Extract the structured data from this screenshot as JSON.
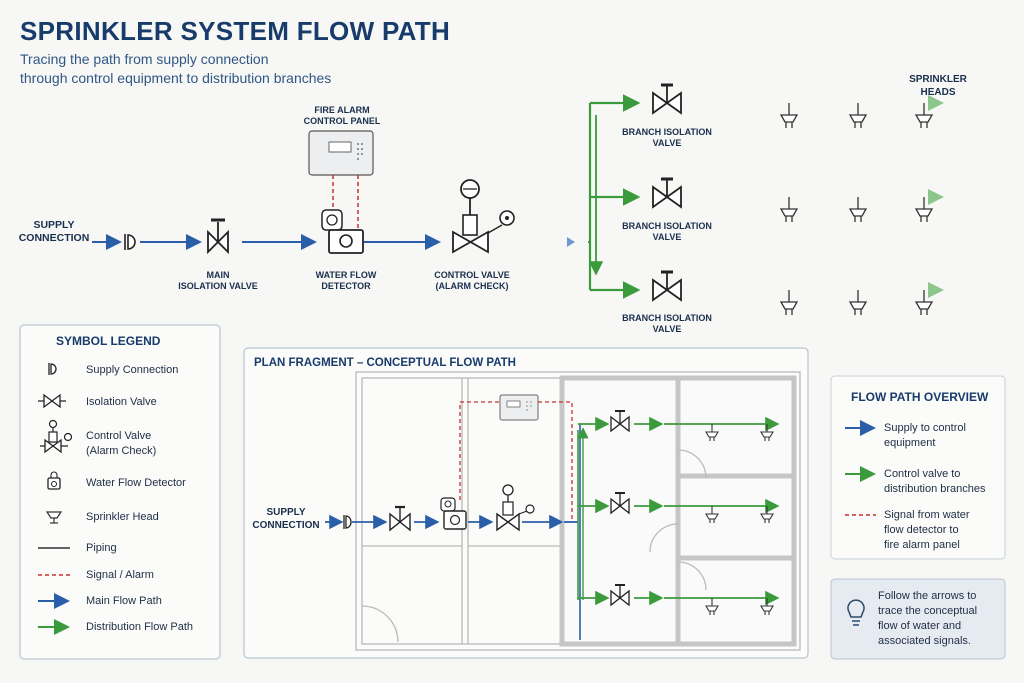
{
  "header": {
    "title": "SPRINKLER SYSTEM FLOW PATH",
    "subtitle_line1": "Tracing the path from supply connection",
    "subtitle_line2": "through control equipment to distribution branches"
  },
  "main_diagram": {
    "supply_line1": "SUPPLY",
    "supply_line2": "CONNECTION",
    "main_valve_line1": "MAIN",
    "main_valve_line2": "ISOLATION VALVE",
    "fire_panel_line1": "FIRE ALARM",
    "fire_panel_line2": "CONTROL PANEL",
    "flow_detector_line1": "WATER FLOW",
    "flow_detector_line2": "DETECTOR",
    "control_valve_line1": "CONTROL VALVE",
    "control_valve_line2": "(ALARM CHECK)",
    "heads_line1": "SPRINKLER",
    "heads_line2": "HEADS",
    "branch_valve_line1": "BRANCH ISOLATION",
    "branch_valve_line2": "VALVE"
  },
  "legend": {
    "title": "SYMBOL LEGEND",
    "items": [
      {
        "label": "Supply Connection",
        "icon": "supply-connection-icon"
      },
      {
        "label": "Isolation Valve",
        "icon": "isolation-valve-icon"
      },
      {
        "label": "Control Valve",
        "label2": "(Alarm Check)",
        "icon": "control-valve-icon"
      },
      {
        "label": "Water Flow Detector",
        "icon": "flow-detector-icon"
      },
      {
        "label": "Sprinkler Head",
        "icon": "sprinkler-head-icon"
      },
      {
        "label": "Piping",
        "icon": "piping-line"
      },
      {
        "label": "Signal / Alarm",
        "icon": "signal-line"
      },
      {
        "label": "Main Flow Path",
        "icon": "main-flow-arrow"
      },
      {
        "label": "Distribution Flow Path",
        "icon": "distribution-flow-arrow"
      }
    ]
  },
  "plan": {
    "title_left": "PLAN FRAGMENT",
    "title_sep": "–",
    "title_right": "CONCEPTUAL FLOW PATH",
    "supply_line1": "SUPPLY",
    "supply_line2": "CONNECTION"
  },
  "overview": {
    "title": "FLOW PATH OVERVIEW",
    "items": [
      {
        "line1": "Supply to control",
        "line2": "equipment",
        "line3": ""
      },
      {
        "line1": "Control valve to",
        "line2": "distribution branches",
        "line3": ""
      },
      {
        "line1": "Signal from water",
        "line2": "flow detector to",
        "line3": "fire alarm panel"
      }
    ]
  },
  "tip": {
    "line1": "Follow the arrows to",
    "line2": "trace the conceptual",
    "line3": "flow of water and",
    "line4": "associated signals."
  },
  "colors": {
    "main_flow": "#2a5ea8",
    "distribution_flow": "#3a9a3c",
    "signal": "#c9302c",
    "title": "#173b6b"
  }
}
